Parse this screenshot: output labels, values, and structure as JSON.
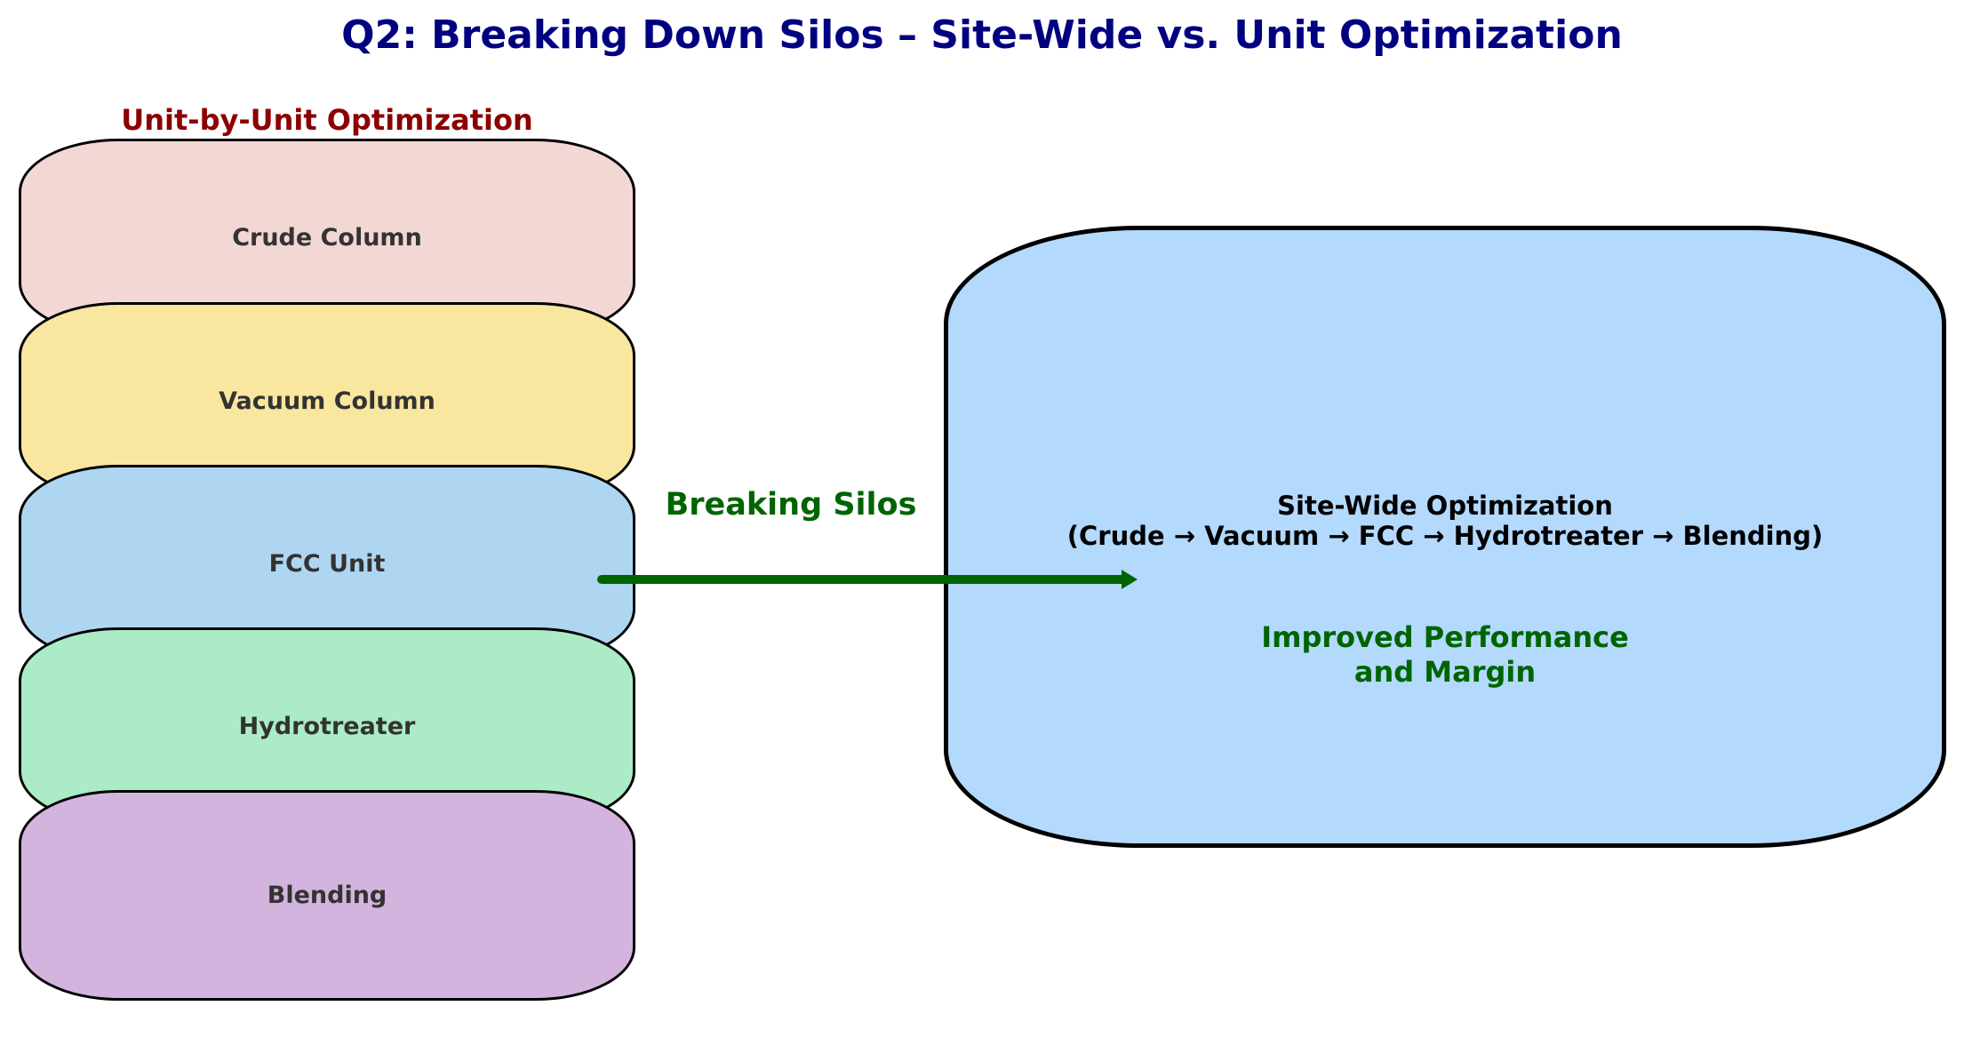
{
  "title": "Q2: Breaking Down Silos – Site-Wide vs. Unit Optimization",
  "left_panel": {
    "heading": "Unit-by-Unit Optimization",
    "units": [
      {
        "label": "Crude Column",
        "color": "#F2D7D5"
      },
      {
        "label": "Vacuum Column",
        "color": "#F9E79F"
      },
      {
        "label": "FCC Unit",
        "color": "#AED6F1"
      },
      {
        "label": "Hydrotreater",
        "color": "#ABEBC6"
      },
      {
        "label": "Blending",
        "color": "#D2B4DE"
      }
    ]
  },
  "arrow": {
    "label": "Breaking Silos",
    "color": "#006400"
  },
  "right_panel": {
    "title_line1": "Site-Wide Optimization",
    "title_line2": "(Crude → Vacuum → FCC → Hydrotreater → Blending)",
    "outcome_line1": "Improved Performance",
    "outcome_line2": "and Margin",
    "color": "#B3D9FD"
  }
}
